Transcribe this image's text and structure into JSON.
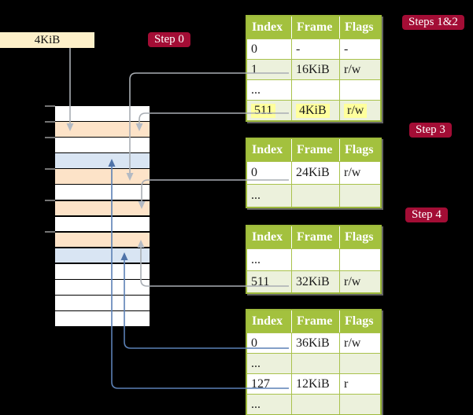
{
  "frame_label": "4KiB",
  "badges": {
    "step0": "Step 0",
    "steps12": "Steps 1&2",
    "step3": "Step 3",
    "step4": "Step 4"
  },
  "memory": {
    "rows": [
      "white",
      "peach",
      "white",
      "blue",
      "peach",
      "white",
      "peach",
      "white",
      "peach",
      "blue",
      "white",
      "white",
      "white",
      "white"
    ]
  },
  "tables": [
    {
      "name": "page-table-steps-1-2",
      "columns": [
        "Index",
        "Frame",
        "Flags"
      ],
      "rows": [
        {
          "cells": [
            "0",
            "-",
            "-"
          ]
        },
        {
          "cells": [
            "1",
            "16KiB",
            "r/w"
          ]
        },
        {
          "cells": [
            "...",
            "",
            ""
          ]
        },
        {
          "cells": [
            "511",
            "4KiB",
            "r/w"
          ]
        }
      ]
    },
    {
      "name": "page-table-step-3",
      "columns": [
        "Index",
        "Frame",
        "Flags"
      ],
      "rows": [
        {
          "cells": [
            "0",
            "24KiB",
            "r/w"
          ]
        },
        {
          "cells": [
            "...",
            "",
            ""
          ]
        }
      ]
    },
    {
      "name": "page-table-step-4",
      "columns": [
        "Index",
        "Frame",
        "Flags"
      ],
      "rows": [
        {
          "cells": [
            "...",
            "",
            ""
          ]
        },
        {
          "cells": [
            "511",
            "32KiB",
            "r/w"
          ]
        }
      ]
    },
    {
      "name": "page-table-final",
      "columns": [
        "Index",
        "Frame",
        "Flags"
      ],
      "rows": [
        {
          "cells": [
            "0",
            "36KiB",
            "r/w"
          ]
        },
        {
          "cells": [
            "...",
            "",
            ""
          ]
        },
        {
          "cells": [
            "127",
            "12KiB",
            "r"
          ]
        },
        {
          "cells": [
            "...",
            "",
            ""
          ]
        }
      ]
    }
  ],
  "colors": {
    "background": "#000000",
    "table_header_green": "#a3c13e",
    "table_border_green": "#9db93b",
    "table_row_green": "#ecf1dc",
    "highlight_yellow": "#ffff9d",
    "memory_white": "#ffffff",
    "memory_peach": "#fde3c8",
    "memory_blue": "#d9e5f3",
    "badge_red": "#a30d35",
    "frame_label_cream": "#fdf0c9",
    "connector_gray": "#a9aeb4",
    "connector_blue": "#5b80b5"
  }
}
